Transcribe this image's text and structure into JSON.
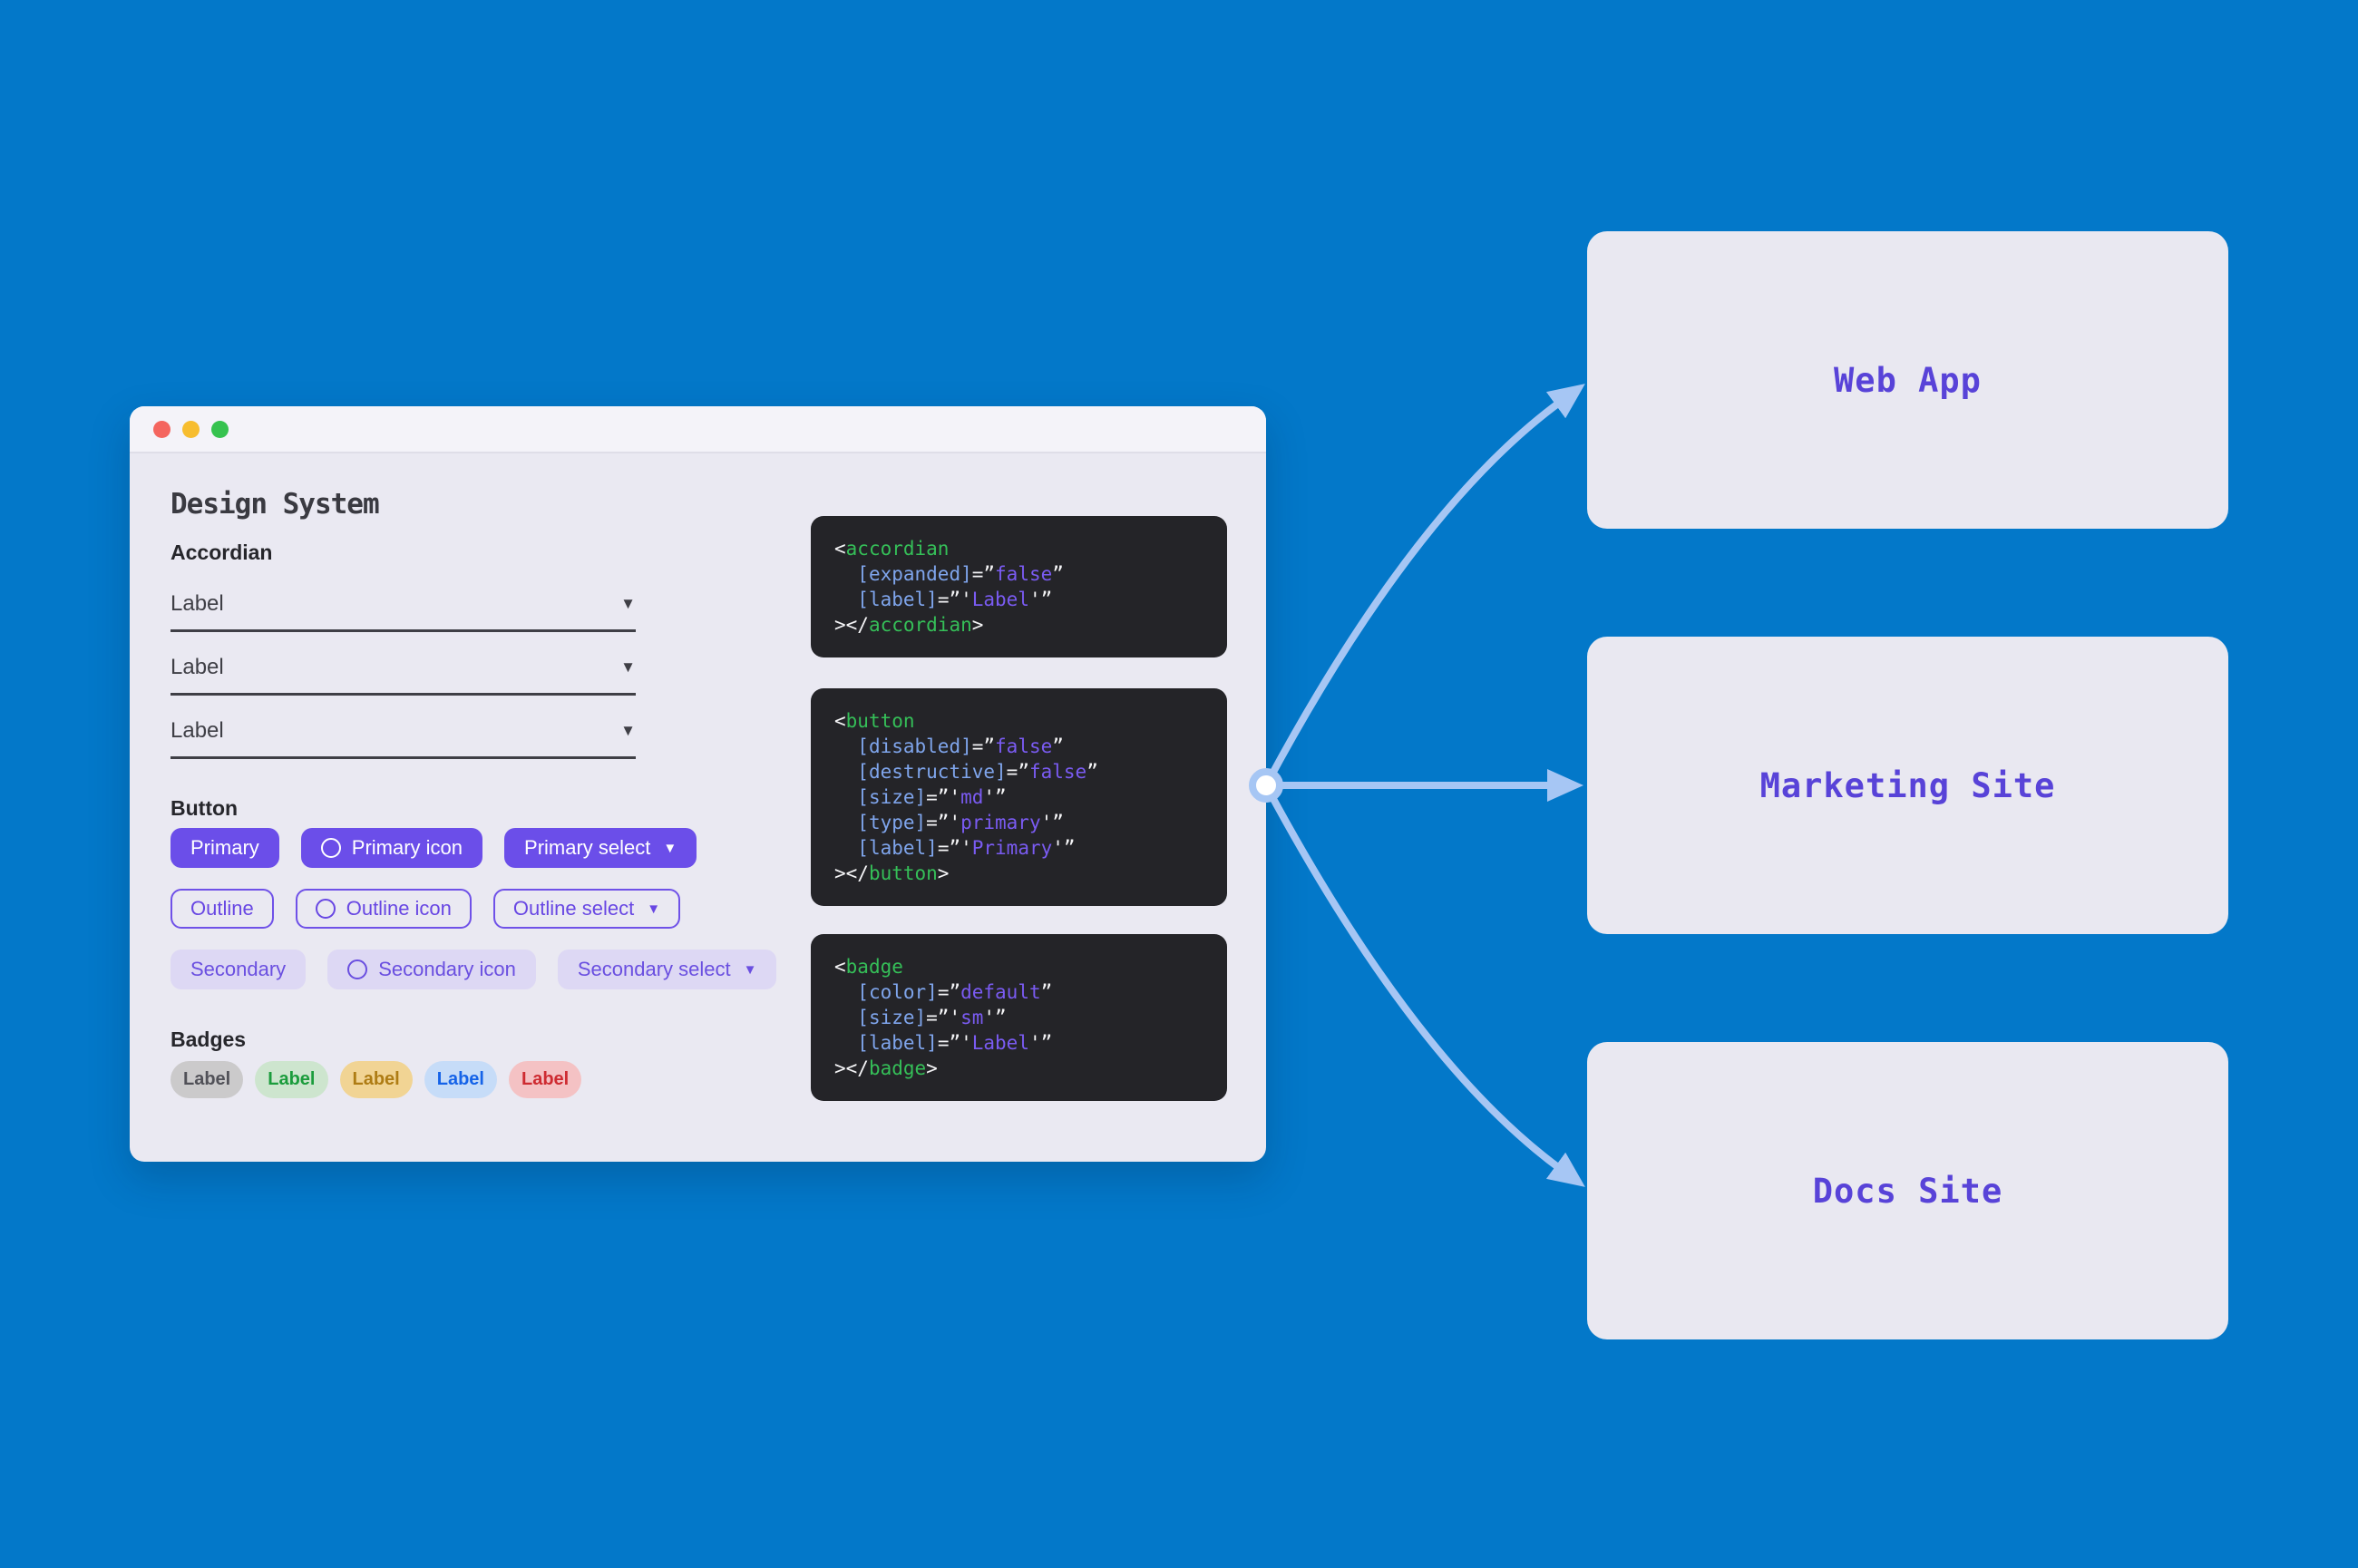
{
  "canvas": {
    "background": "#0378C9"
  },
  "window": {
    "title": "Design System",
    "traffic_lights": [
      {
        "name": "close",
        "color": "#F4655F"
      },
      {
        "name": "minimize",
        "color": "#F7BD2F"
      },
      {
        "name": "zoom",
        "color": "#36C24F"
      }
    ],
    "accordion": {
      "heading": "Accordian",
      "caret": "▼",
      "items": [
        {
          "label": "Label"
        },
        {
          "label": "Label"
        },
        {
          "label": "Label"
        }
      ]
    },
    "buttons": {
      "heading": "Button",
      "rows": [
        {
          "variant": "primary",
          "buttons": [
            {
              "label": "Primary"
            },
            {
              "label": "Primary icon",
              "icon": "circle"
            },
            {
              "label": "Primary select",
              "caret": "▼"
            }
          ]
        },
        {
          "variant": "outline",
          "buttons": [
            {
              "label": "Outline"
            },
            {
              "label": "Outline icon",
              "icon": "circle"
            },
            {
              "label": "Outline select",
              "caret": "▼"
            }
          ]
        },
        {
          "variant": "secondary",
          "buttons": [
            {
              "label": "Secondary"
            },
            {
              "label": "Secondary icon",
              "icon": "circle"
            },
            {
              "label": "Secondary select",
              "caret": "▼"
            }
          ]
        }
      ]
    },
    "badges": {
      "heading": "Badges",
      "items": [
        {
          "label": "Label",
          "bg": "#CBCACB",
          "fg": "#515158"
        },
        {
          "label": "Label",
          "bg": "#CDE5CE",
          "fg": "#1B9C3C"
        },
        {
          "label": "Label",
          "bg": "#F1D494",
          "fg": "#AE7C14"
        },
        {
          "label": "Label",
          "bg": "#C6DCF8",
          "fg": "#1563E8"
        },
        {
          "label": "Label",
          "bg": "#F4C2C4",
          "fg": "#CE2B31"
        }
      ]
    },
    "code_blocks": [
      {
        "component": "accordian",
        "lines": [
          [
            [
              "pun",
              "<"
            ],
            [
              "tag",
              "accordian"
            ]
          ],
          [
            [
              "pun",
              "  "
            ],
            [
              "attr",
              "[expanded]"
            ],
            [
              "pun",
              "=”"
            ],
            [
              "val",
              "false"
            ],
            [
              "pun",
              "”"
            ]
          ],
          [
            [
              "pun",
              "  "
            ],
            [
              "attr",
              "[label]"
            ],
            [
              "pun",
              "=”'"
            ],
            [
              "val",
              "Label"
            ],
            [
              "pun",
              "'”"
            ]
          ],
          [
            [
              "pun",
              "></"
            ],
            [
              "tag",
              "accordian"
            ],
            [
              "pun",
              ">"
            ]
          ]
        ]
      },
      {
        "component": "button",
        "lines": [
          [
            [
              "pun",
              "<"
            ],
            [
              "tag",
              "button"
            ]
          ],
          [
            [
              "pun",
              "  "
            ],
            [
              "attr",
              "[disabled]"
            ],
            [
              "pun",
              "=”"
            ],
            [
              "val",
              "false"
            ],
            [
              "pun",
              "”"
            ]
          ],
          [
            [
              "pun",
              "  "
            ],
            [
              "attr",
              "[destructive]"
            ],
            [
              "pun",
              "=”"
            ],
            [
              "val",
              "false"
            ],
            [
              "pun",
              "”"
            ]
          ],
          [
            [
              "pun",
              "  "
            ],
            [
              "attr",
              "[size]"
            ],
            [
              "pun",
              "=”'"
            ],
            [
              "val",
              "md"
            ],
            [
              "pun",
              "'”"
            ]
          ],
          [
            [
              "pun",
              "  "
            ],
            [
              "attr",
              "[type]"
            ],
            [
              "pun",
              "=”'"
            ],
            [
              "val",
              "primary"
            ],
            [
              "pun",
              "'”"
            ]
          ],
          [
            [
              "pun",
              "  "
            ],
            [
              "attr",
              "[label]"
            ],
            [
              "pun",
              "=”'"
            ],
            [
              "val",
              "Primary"
            ],
            [
              "pun",
              "'”"
            ]
          ],
          [
            [
              "pun",
              "></"
            ],
            [
              "tag",
              "button"
            ],
            [
              "pun",
              ">"
            ]
          ]
        ]
      },
      {
        "component": "badge",
        "lines": [
          [
            [
              "pun",
              "<"
            ],
            [
              "tag",
              "badge"
            ]
          ],
          [
            [
              "pun",
              "  "
            ],
            [
              "attr",
              "[color]"
            ],
            [
              "pun",
              "=”"
            ],
            [
              "val",
              "default"
            ],
            [
              "pun",
              "”"
            ]
          ],
          [
            [
              "pun",
              "  "
            ],
            [
              "attr",
              "[size]"
            ],
            [
              "pun",
              "=”'"
            ],
            [
              "val",
              "sm"
            ],
            [
              "pun",
              "'”"
            ]
          ],
          [
            [
              "pun",
              "  "
            ],
            [
              "attr",
              "[label]"
            ],
            [
              "pun",
              "=”'"
            ],
            [
              "val",
              "Label"
            ],
            [
              "pun",
              "'”"
            ]
          ],
          [
            [
              "pun",
              "></"
            ],
            [
              "tag",
              "badge"
            ],
            [
              "pun",
              ">"
            ]
          ]
        ]
      }
    ]
  },
  "code_colors": {
    "tag": "#35BF58",
    "attr": "#7FA5EC",
    "val": "#7A5BF2",
    "pun": "#F5F5F7"
  },
  "diagram": {
    "arrow_color": "#A6C6F4",
    "cards": [
      {
        "label": "Web App"
      },
      {
        "label": "Marketing Site"
      },
      {
        "label": "Docs Site"
      }
    ]
  },
  "accent_color": "#6B4EE9"
}
